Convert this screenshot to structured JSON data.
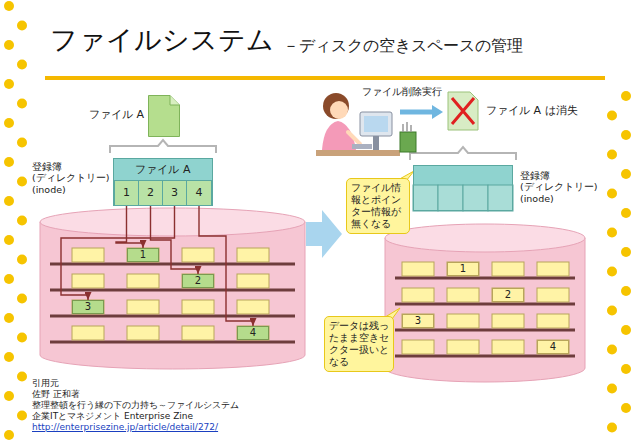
{
  "diagram": {
    "title": "ファイルシステム",
    "nodes": [
      {
        "text": [
          "ファイル A"
        ]
      },
      {
        "text": [
          "登録簿 (ディレクトリー) (inode)",
          "ファイル A"
        ]
      },
      {
        "text": [
          "1"
        ],
        "in": 1
      },
      {
        "text": [
          "2"
        ],
        "in": 1
      },
      {
        "text": [
          "3"
        ],
        "in": 1
      },
      {
        "text": [
          "4"
        ],
        "in": 1
      },
      {
        "text": [
          "1"
        ]
      },
      {
        "text": [
          "2"
        ]
      },
      {
        "text": [
          "3"
        ]
      },
      {
        "text": [
          "4"
        ]
      },
      {
        "text": [
          "登録簿 (ディレクトリー) (inode)"
        ]
      },
      {
        "text": [
          "ファイル情報とポインター情報が無くなる"
        ]
      },
      {
        "text": [
          "1"
        ]
      },
      {
        "text": [
          "2"
        ]
      },
      {
        "text": [
          "3"
        ]
      },
      {
        "text": [
          "4"
        ]
      },
      {
        "text": [
          "データは残ったまま空きセクター扱いとなる"
        ]
      }
    ],
    "edges": [
      {
        "from": 2,
        "to": 6,
        "arrow": "to"
      },
      {
        "from": 3,
        "to": 7,
        "arrow": "to"
      },
      {
        "from": 4,
        "to": 8,
        "arrow": "to"
      },
      {
        "from": 5,
        "to": 9,
        "arrow": "to"
      }
    ],
    "labels": [
      "－ディスクの空きスペースの管理",
      "ファイル削除実行",
      "ファイル A は消失",
      "引用元",
      "佐野 正和著",
      "整理整頓を行う縁の下の力持ち～ファイルシステム",
      "企業ITとマネジメント Enterprise Zine",
      "http://enterprisezine.jp/article/detail/272/"
    ]
  }
}
